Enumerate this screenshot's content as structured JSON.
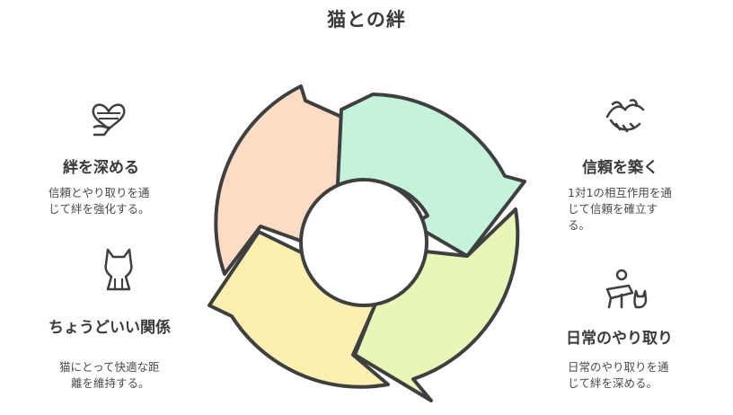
{
  "title": "猫との絆",
  "colors": {
    "orange": "#fcdcc5",
    "mint": "#c4f3da",
    "lime": "#e6f7b8",
    "yellow": "#fcf0b0",
    "stroke": "#3f3f3f"
  },
  "left": [
    {
      "heading": "絆を深める",
      "desc_line1": "信頼とやり取りを通",
      "desc_line2": "じて絆を強化する。",
      "icon": "heart-hand-icon"
    },
    {
      "heading": "ちょうどいい関係",
      "desc_line1": "猫にとって快適な距",
      "desc_line2": "離を維持する。",
      "icon": "cat-icon"
    }
  ],
  "right": [
    {
      "heading": "信頼を築く",
      "desc_line1": "1対1の相互作用を通",
      "desc_line2": "じて信頼を確立す",
      "desc_line3": "る。",
      "icon": "handshake-icon"
    },
    {
      "heading": "日常のやり取り",
      "desc_line1": "日常のやり取りを通",
      "desc_line2": "じて絆を深める。",
      "icon": "person-cat-icon"
    }
  ]
}
